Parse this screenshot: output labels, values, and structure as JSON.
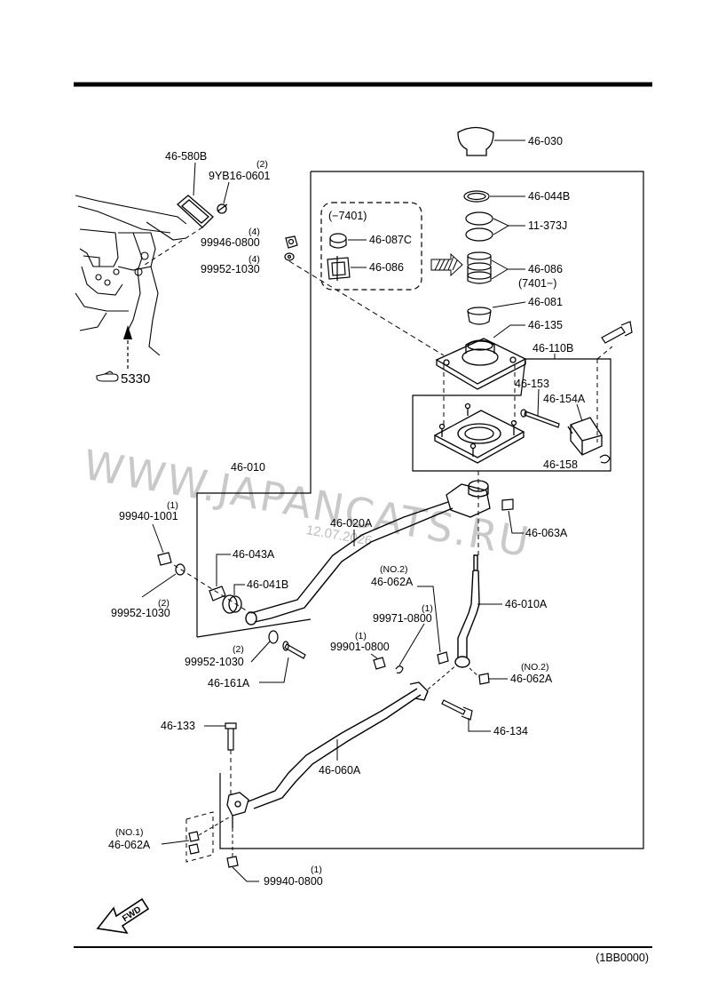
{
  "watermark": {
    "site": "WWW.JAPANCATS.RU",
    "date": "12.07.2026"
  },
  "footer": {
    "code": "(1BB0000)"
  },
  "fwd_label": "FWD",
  "ref_5330": "5330",
  "group_7401": "(−7401)",
  "labels": {
    "p46030": "46-030",
    "p46044B": "46-044B",
    "p11373J": "11-373J",
    "p46086r": "46-086",
    "p7401after": "(7401−)",
    "p46081": "46-081",
    "p46135": "46-135",
    "p46110B": "46-110B",
    "p46153": "46-153",
    "p46154A": "46-154A",
    "p46158": "46-158",
    "p46087C": "46-087C",
    "p46086l": "46-086",
    "p46580B": "46-580B",
    "q9YB": "(2)",
    "p9YB": "9YB16-0601",
    "q99946": "(4)",
    "p99946": "99946-0800",
    "q99952a": "(4)",
    "p99952a": "99952-1030",
    "p46010": "46-010",
    "q99940a": "(1)",
    "p99940a": "99940-1001",
    "p46043A": "46-043A",
    "p46041B": "46-041B",
    "q99952b": "(2)",
    "p99952b": "99952-1030",
    "p46020A": "46-020A",
    "p46063A": "46-063A",
    "q46062a": "(NO.2)",
    "p46062a": "46-062A",
    "p46010A": "46-010A",
    "q99971": "(1)",
    "p99971": "99971-0800",
    "q99901": "(1)",
    "p99901": "99901-0800",
    "q99952c": "(2)",
    "p99952c": "99952-1030",
    "p46161A": "46-161A",
    "q46062b": "(NO.2)",
    "p46062b": "46-062A",
    "p46133": "46-133",
    "p46134": "46-134",
    "p46060A": "46-060A",
    "q46062c": "(NO.1)",
    "p46062c": "46-062A",
    "q99940b": "(1)",
    "p99940b": "99940-0800"
  }
}
